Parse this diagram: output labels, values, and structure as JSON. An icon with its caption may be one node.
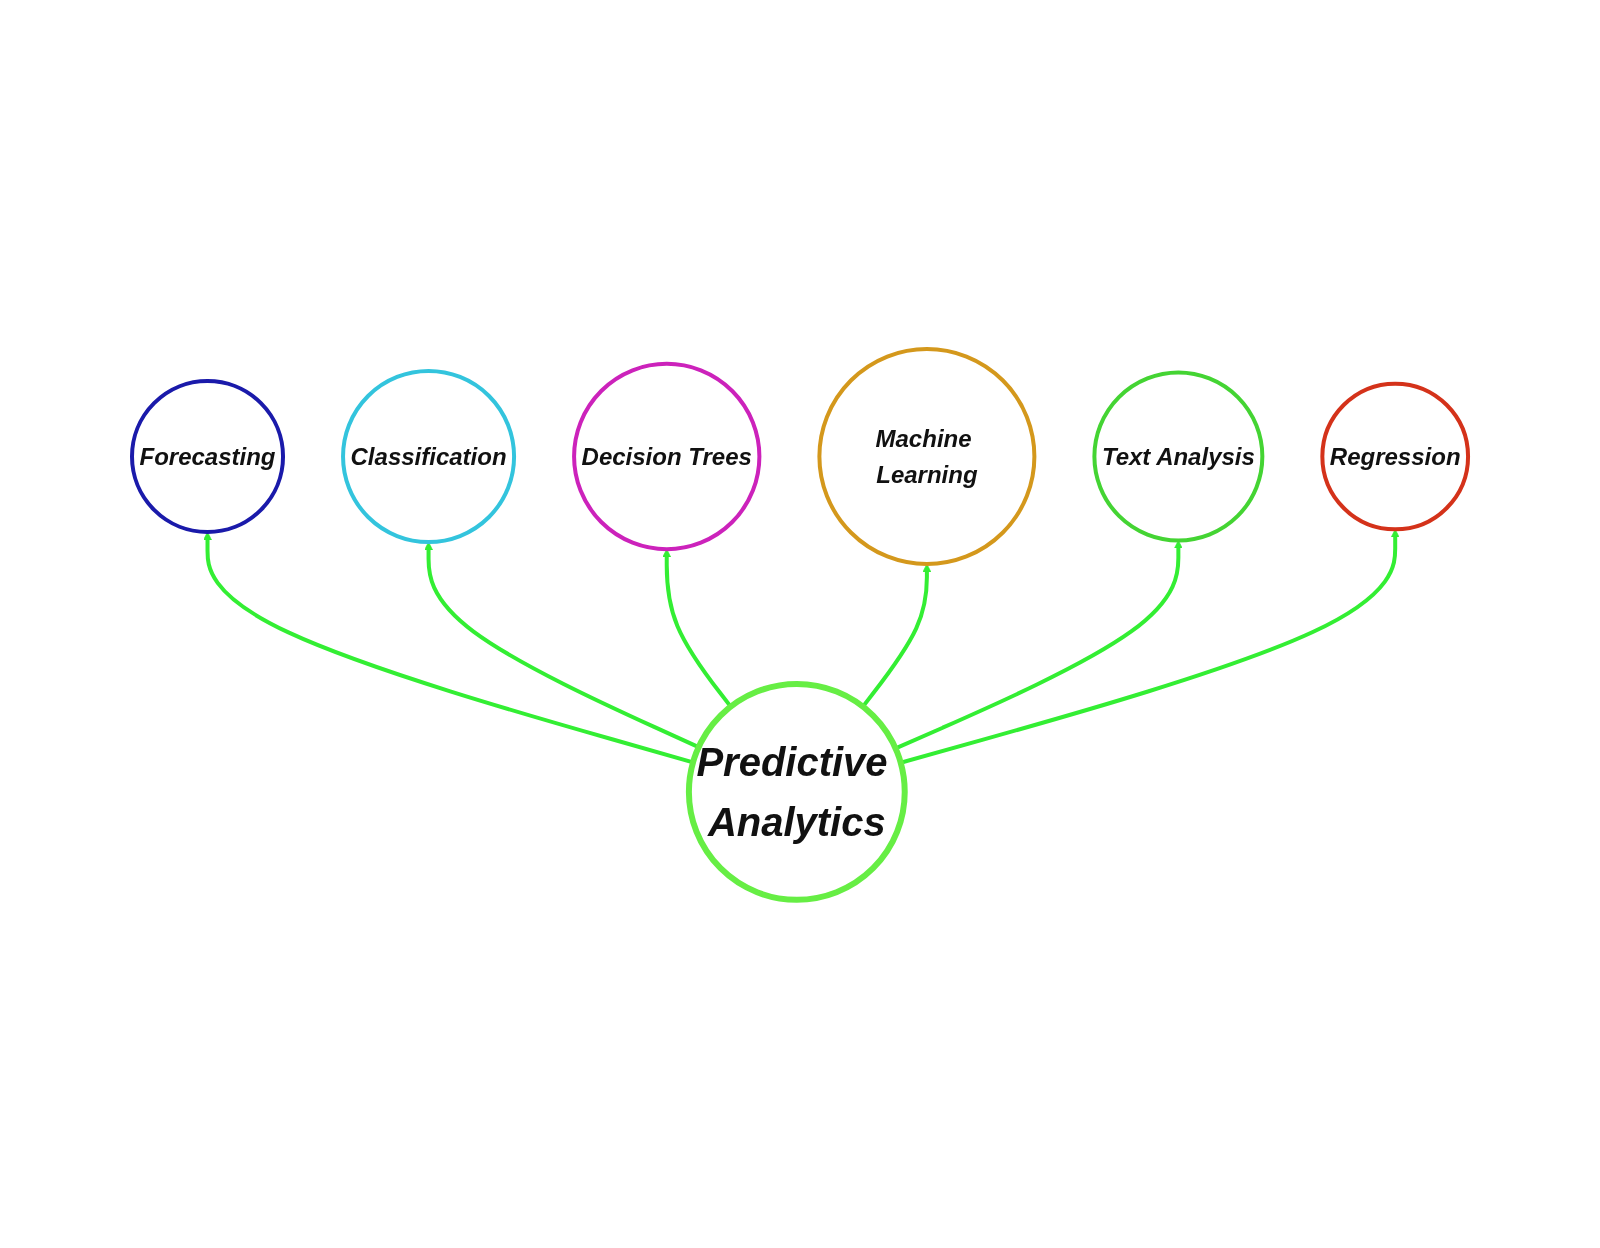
{
  "diagram": {
    "nodes": [
      {
        "text": [
          "Predictive Analytics"
        ]
      },
      {
        "text": [
          "Forecasting"
        ]
      },
      {
        "text": [
          "Classification"
        ]
      },
      {
        "text": [
          "Decision Trees"
        ]
      },
      {
        "text": [
          "Machine Learning"
        ]
      },
      {
        "text": [
          "Text Analysis"
        ]
      },
      {
        "text": [
          "Regression"
        ]
      }
    ],
    "edges": [
      {
        "from": 0,
        "to": 1,
        "arrow": "to"
      },
      {
        "from": 0,
        "to": 2,
        "arrow": "to"
      },
      {
        "from": 0,
        "to": 3,
        "arrow": "to"
      },
      {
        "from": 0,
        "to": 4,
        "arrow": "to"
      },
      {
        "from": 0,
        "to": 5,
        "arrow": "to"
      },
      {
        "from": 0,
        "to": 6,
        "arrow": "to"
      }
    ]
  }
}
